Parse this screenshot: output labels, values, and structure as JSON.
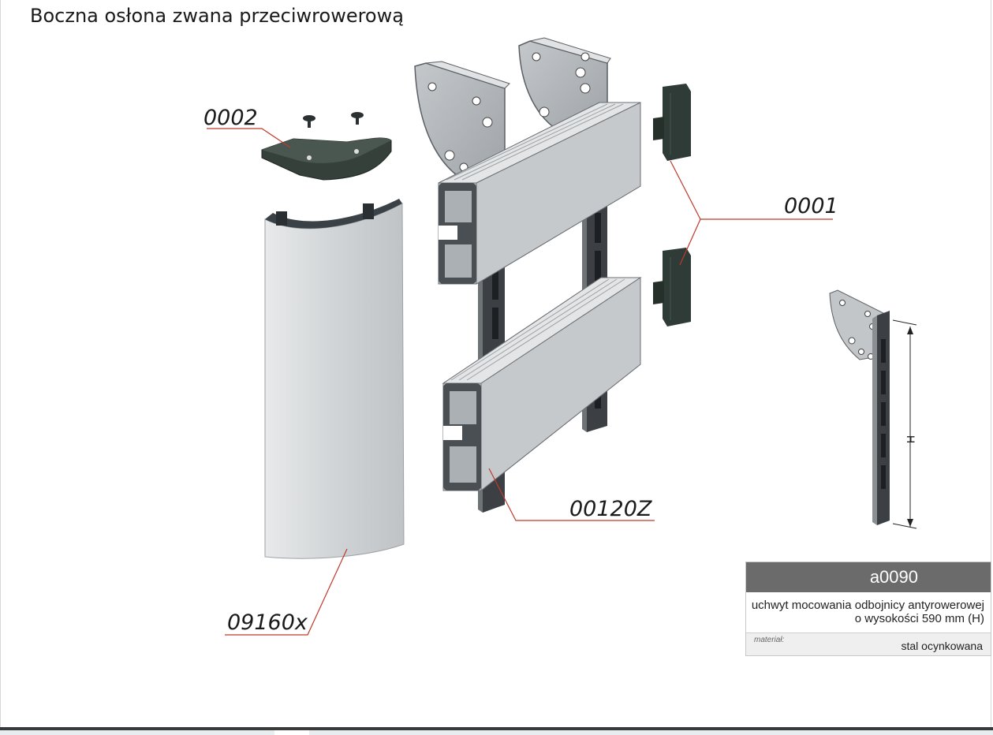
{
  "title": "Boczna osłona zwana przeciwrowerową",
  "codes": {
    "cap": "0002",
    "end_caps": "0001",
    "rail": "00120Z",
    "cover": "09160x"
  },
  "dimension_label": "H",
  "card": {
    "code": "a0090",
    "description_line1": "uchwyt mocowania odbojnicy antyrowerowej",
    "description_line2": "o wysokości 590 mm (H)",
    "material_label": "materiał:",
    "material_value": "stal ocynkowana"
  },
  "colors": {
    "leader": "#c0392b",
    "card_header": "#6b6b6b",
    "metal": "#c9cdd0",
    "dark_part": "#2f3b36"
  }
}
